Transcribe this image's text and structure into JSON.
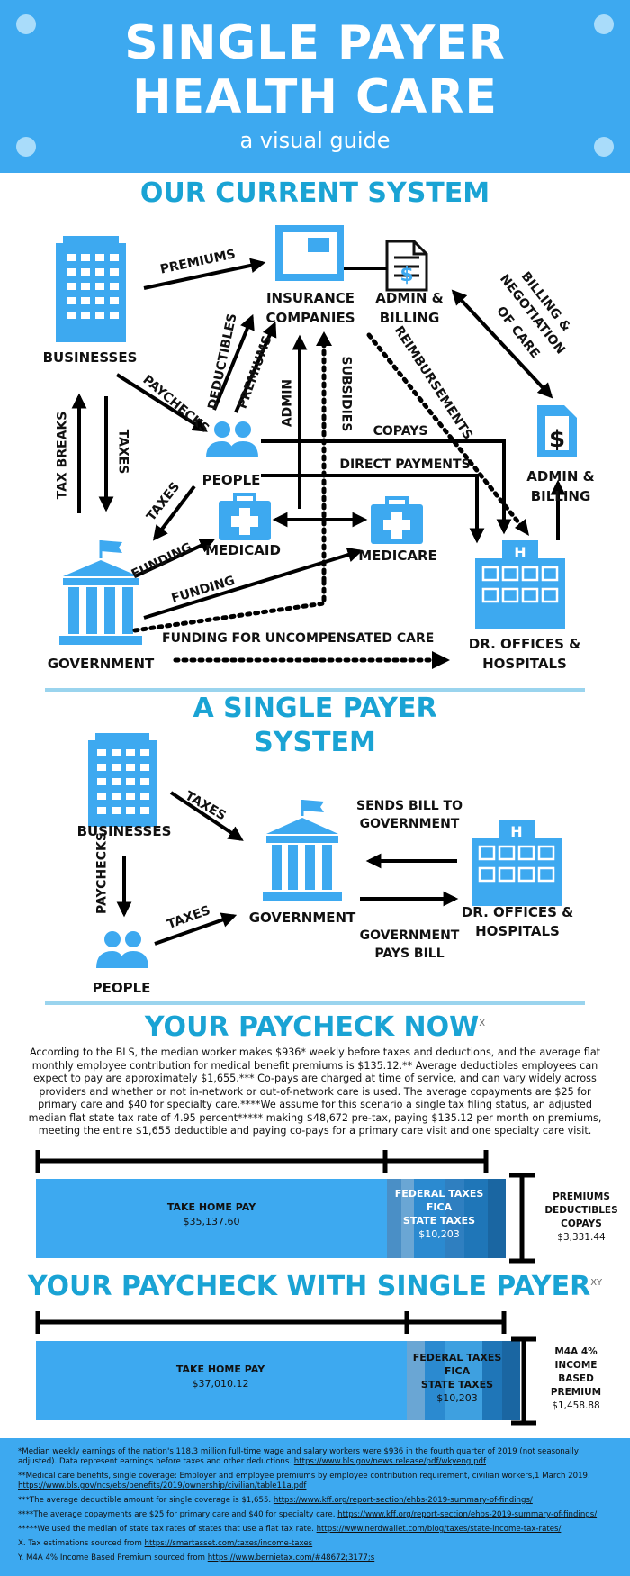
{
  "header": {
    "title_line1": "SINGLE PAYER",
    "title_line2": "HEALTH CARE",
    "subtitle": "a visual guide"
  },
  "current_system": {
    "title": "OUR CURRENT SYSTEM",
    "nodes": {
      "businesses": "BUSINESSES",
      "insurance_1": "INSURANCE",
      "insurance_2": "COMPANIES",
      "admin_billing_top_1": "ADMIN &",
      "admin_billing_top_2": "BILLING",
      "people": "PEOPLE",
      "medicaid": "MEDICAID",
      "medicare": "MEDICARE",
      "government": "GOVERNMENT",
      "admin_billing_right_1": "ADMIN &",
      "admin_billing_right_2": "BILLING",
      "dr_offices_1": "DR. OFFICES &",
      "dr_offices_2": "HOSPITALS"
    },
    "flows": {
      "premiums_top": "PREMIUMS",
      "deductibles": "DEDUCTIBLES",
      "premiums_people": "PREMIUMS",
      "paychecks": "PAYCHECKS",
      "admin": "ADMIN",
      "subsidies": "SUBSIDIES",
      "reimbursements": "REIMBURSEMENTS",
      "billing_1": "BILLING &",
      "billing_2": "NEGOTIATION",
      "billing_3": "OF CARE",
      "copays": "COPAYS",
      "direct_payments": "DIRECT PAYMENTS",
      "tax_breaks": "TAX BREAKS",
      "taxes_left": "TAXES",
      "taxes_people": "TAXES",
      "funding_medicaid": "FUNDING",
      "funding_medicare": "FUNDING",
      "funding_uncompensated": "FUNDING FOR UNCOMPENSATED CARE"
    }
  },
  "single_payer": {
    "title_1": "A SINGLE PAYER",
    "title_2": "SYSTEM",
    "nodes": {
      "businesses": "BUSINESSES",
      "government": "GOVERNMENT",
      "people": "PEOPLE",
      "dr_offices_1": "DR. OFFICES &",
      "dr_offices_2": "HOSPITALS"
    },
    "flows": {
      "taxes_business": "TAXES",
      "taxes_people": "TAXES",
      "paychecks": "PAYCHECKS",
      "sends_bill_1": "SENDS BILL TO",
      "sends_bill_2": "GOVERNMENT",
      "pays_bill_1": "GOVERNMENT",
      "pays_bill_2": "PAYS BILL"
    }
  },
  "paycheck_now": {
    "title": "YOUR PAYCHECK NOW",
    "title_sup": "X",
    "paragraph": "According to the BLS, the median worker makes $936* weekly before taxes and deductions, and the average flat monthly employee contribution for medical benefit premiums is $135.12.** Average deductibles employees can expect to pay are approximately $1,655.*** Co-pays are charged at time of service, and can vary widely across providers and whether or not in-network or out-of-network care is used. The average copayments are $25 for primary care and $40 for specialty care.****We assume for this scenario a single tax filing status, an adjusted median flat state tax rate of 4.95 percent***** making $48,672 pre-tax, paying $135.12 per month on premiums, meeting the entire $1,655 deductible and paying co-pays for a primary care visit and one specialty care visit.",
    "take_home_label": "TAKE HOME PAY",
    "take_home_value": "$35,137.60",
    "taxes_line1": "FEDERAL TAXES",
    "taxes_line2": "FICA",
    "taxes_line3": "STATE TAXES",
    "taxes_value": "$10,203",
    "other_line1": "PREMIUMS",
    "other_line2": "DEDUCTIBLES",
    "other_line3": "COPAYS",
    "other_value": "$3,331.44"
  },
  "paycheck_single": {
    "title": "YOUR PAYCHECK WITH SINGLE PAYER",
    "title_sup": "XY",
    "take_home_label": "TAKE HOME PAY",
    "take_home_value": "$37,010.12",
    "taxes_line1": "FEDERAL TAXES",
    "taxes_line2": "FICA",
    "taxes_line3": "STATE TAXES",
    "taxes_value": "$10,203",
    "other_line1": "M4A 4%",
    "other_line2": "INCOME",
    "other_line3": "BASED",
    "other_line4": "PREMIUM",
    "other_value": "$1,458.88"
  },
  "footnotes": [
    {
      "text": "*Median weekly earnings of the nation's 118.3 million full-time wage and salary workers were $936 in the fourth quarter of 2019 (not seasonally adjusted). Data represent earnings before taxes and other deductions. ",
      "link": "https://www.bls.gov/news.release/pdf/wkyeng.pdf"
    },
    {
      "text": "**Medical care benefits, single coverage: Employer and employee premiums by employee contribution requirement, civilian workers,1 March 2019. ",
      "link": "https://www.bls.gov/ncs/ebs/benefits/2019/ownership/civilian/table11a.pdf"
    },
    {
      "text": "***The average deductible amount for single coverage is $1,655. ",
      "link": "https://www.kff.org/report-section/ehbs-2019-summary-of-findings/"
    },
    {
      "text": "****The average copayments are $25 for primary care and $40 for specialty care. ",
      "link": "https://www.kff.org/report-section/ehbs-2019-summary-of-findings/"
    },
    {
      "text": "*****We used the median of state tax rates of states that use a flat tax rate. ",
      "link": "https://www.nerdwallet.com/blog/taxes/state-income-tax-rates/"
    },
    {
      "text": "X. Tax estimations sourced from ",
      "link": "https://smartasset.com/taxes/income-taxes"
    },
    {
      "text": "Y. M4A 4% Income Based Premium sourced from ",
      "link": "https://www.bernietax.com/#48672;3177;s"
    }
  ],
  "colors": {
    "brand_blue": "#3da9f0",
    "title_cyan": "#1aa3d4",
    "icon_blue": "#3da9f0",
    "bar_dark": "#1f76b8",
    "bar_mid": "#2b8ad0"
  }
}
